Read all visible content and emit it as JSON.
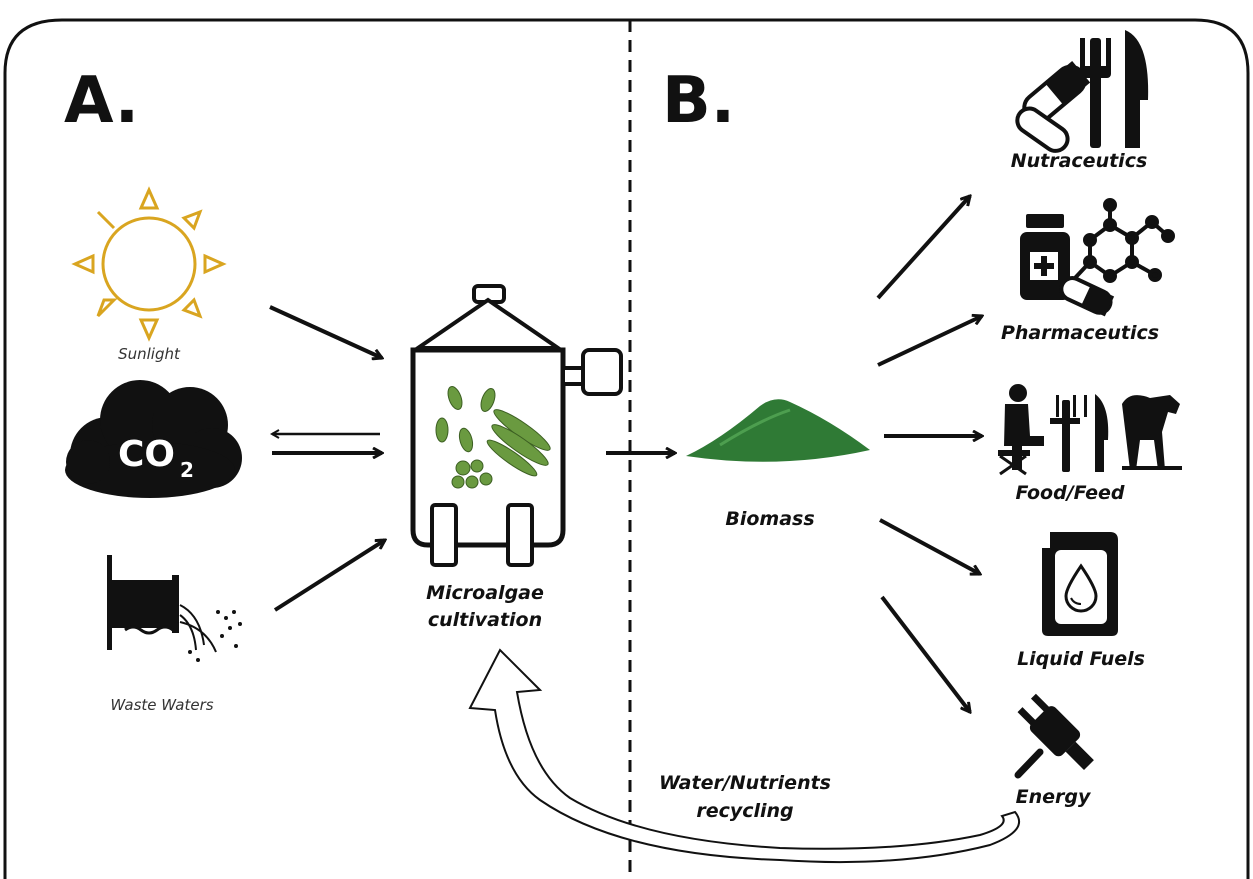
{
  "panels": {
    "a": "A.",
    "b": "B."
  },
  "inputs": {
    "sunlight": "Sunlight",
    "co2_main": "CO",
    "co2_sub": "2",
    "waste_waters": "Waste Waters"
  },
  "process": {
    "line1": "Microalgae",
    "line2": "cultivation"
  },
  "biomass": "Biomass",
  "products": {
    "nutraceutics": "Nutraceutics",
    "pharmaceutics": "Pharmaceutics",
    "food_feed": "Food/Feed",
    "liquid_fuels": "Liquid Fuels",
    "energy": "Energy"
  },
  "recycling": {
    "line1": "Water/Nutrients",
    "line2": "recycling"
  },
  "colors": {
    "sun": "#D9A520",
    "algae": "#6A9A40",
    "biomass": "#2F7A35",
    "ink": "#111111"
  }
}
